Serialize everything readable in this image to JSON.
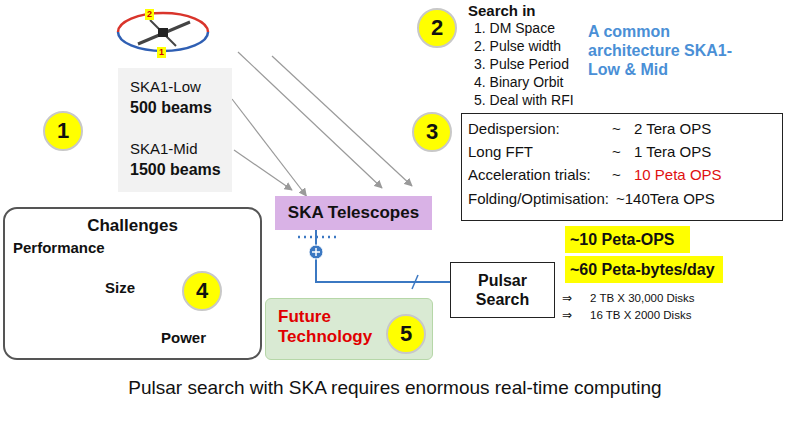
{
  "diagram": {
    "caption": "Pulsar search with SKA requires enormous real-time computing",
    "nodes": [
      {
        "text": [
          "SKA1-Low",
          "500 beams",
          "SKA1-Mid",
          "1500 beams"
        ]
      },
      {
        "text": [
          "1"
        ]
      },
      {
        "text": [
          "2"
        ]
      },
      {
        "text": [
          "3"
        ]
      },
      {
        "text": [
          "Dedispersion:",
          "~",
          "2 Tera OPS",
          "Long FFT",
          "~",
          "1 Tera OPS",
          "Acceleration trials:",
          "~",
          "10 Peta OPS",
          "Folding/Optimisation:",
          "~140Tera OPS"
        ]
      },
      {
        "text": [
          "Challenges",
          "Performance",
          "Size",
          "Power"
        ]
      },
      {
        "text": [
          "4"
        ],
        "in": 5
      },
      {
        "text": [
          "SKA Telescopes"
        ]
      },
      {
        "text": [
          "Future Technology"
        ]
      },
      {
        "text": [
          "5"
        ],
        "in": 8
      },
      {
        "text": [
          "Pulsar Search"
        ]
      },
      {
        "text": [
          "~10 Peta-OPS"
        ]
      },
      {
        "text": [
          "~60 Peta-bytes/day"
        ]
      }
    ],
    "edges": [
      {
        "from": 0,
        "to": 7,
        "arrow": "to"
      },
      {
        "from": 7,
        "to": 10,
        "arrow": "none"
      }
    ],
    "labels": [
      "2",
      "1",
      "Search in",
      "1. DM Space",
      "2. Pulse width",
      "3. Pulse Period",
      "4. Binary Orbit",
      "5. Deal with RFI",
      "A common architecture SKA1-Low & Mid",
      "⇒",
      "2 TB X 30,000 Disks",
      "⇒",
      "16 TB X 2000 Disks"
    ]
  }
}
